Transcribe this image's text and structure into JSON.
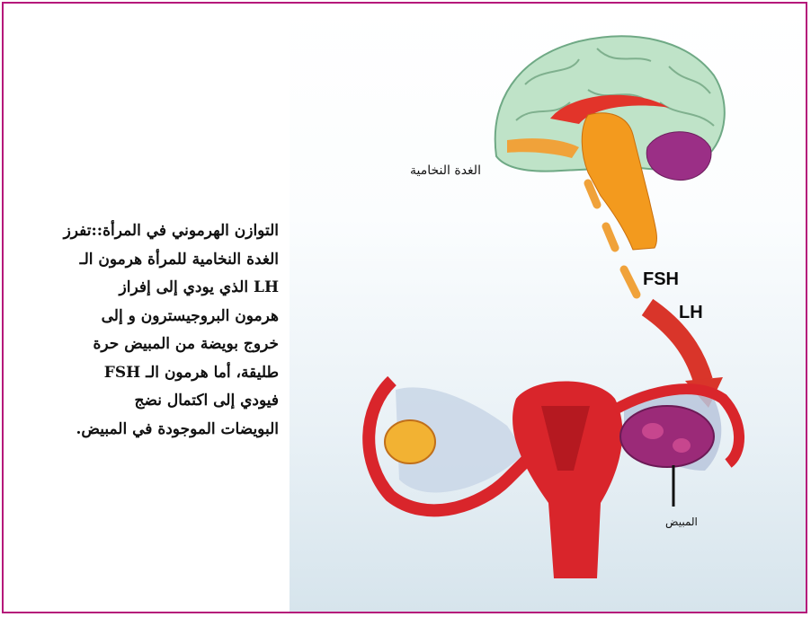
{
  "caption_lines": [
    "التوازن الهرموني في المرأة::تفرز",
    "الغدة النخامية للمرأة هرمون الـ",
    "LH الذي يودي إلى إفراز",
    "هرمون البروجيسترون و إلى",
    "خروج بويضة من المبيض حرة",
    "طليقة، أما هرمون الـ FSH",
    "فيودي إلى اكتمال نضج",
    "البويضات الموجودة في المبيض."
  ],
  "labels": {
    "pituitary": "الغدة النخامية",
    "fsh": "FSH",
    "lh": "LH",
    "ovary": "المبيض"
  },
  "colors": {
    "border": "#b5187a",
    "brain_cortex": "#bfe3c8",
    "brainstem": "#f39a1e",
    "uterus": "#d9252b",
    "ovary": "#9b2a78"
  }
}
